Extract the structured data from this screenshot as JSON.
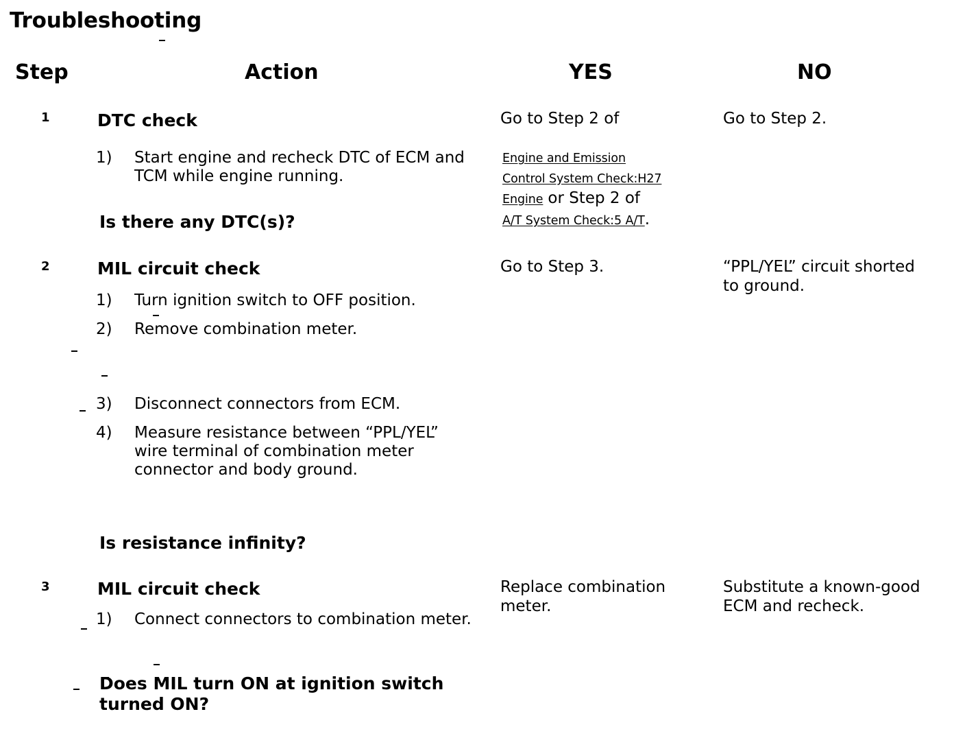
{
  "document": {
    "title": "Troubleshooting"
  },
  "table": {
    "headers": {
      "step": "Step",
      "action": "Action",
      "yes": "YES",
      "no": "NO"
    },
    "rows": [
      {
        "step": "1",
        "action_title": "DTC check",
        "items": [
          {
            "marker": "1)",
            "text": "Start engine and recheck DTC of ECM and TCM while engine running."
          }
        ],
        "question": "Is there any DTC(s)?",
        "yes_lead": "Go to Step 2 of",
        "yes_reference": {
          "line1": "Engine and Emission",
          "line2": "Control System Check:H27",
          "line3_ref": "Engine",
          "line3_plain": "or Step 2 of",
          "line4_ref": "A/T System Check:5 A/T",
          "line4_tail": "."
        },
        "no": "Go to Step 2."
      },
      {
        "step": "2",
        "action_title": "MIL circuit check",
        "items": [
          {
            "marker": "1)",
            "text": "Turn ignition switch to OFF position."
          },
          {
            "marker": "2)",
            "text": "Remove combination meter."
          },
          {
            "marker": "3)",
            "text": "Disconnect connectors from ECM."
          },
          {
            "marker": "4)",
            "text": "Measure resistance between “PPL/YEL” wire terminal of combination meter connector and body ground."
          }
        ],
        "question": "Is resistance infinity?",
        "yes": "Go to Step 3.",
        "no": "“PPL/YEL” circuit shorted to ground."
      },
      {
        "step": "3",
        "action_title": "MIL circuit check",
        "items": [
          {
            "marker": "1)",
            "text": "Connect connectors to combination meter."
          }
        ],
        "question": "Does MIL turn ON at ignition switch turned ON?",
        "yes": "Replace combination meter.",
        "no": "Substitute a known-good ECM and recheck."
      }
    ]
  },
  "colors": {
    "text": "#000000",
    "background": "#ffffff"
  }
}
